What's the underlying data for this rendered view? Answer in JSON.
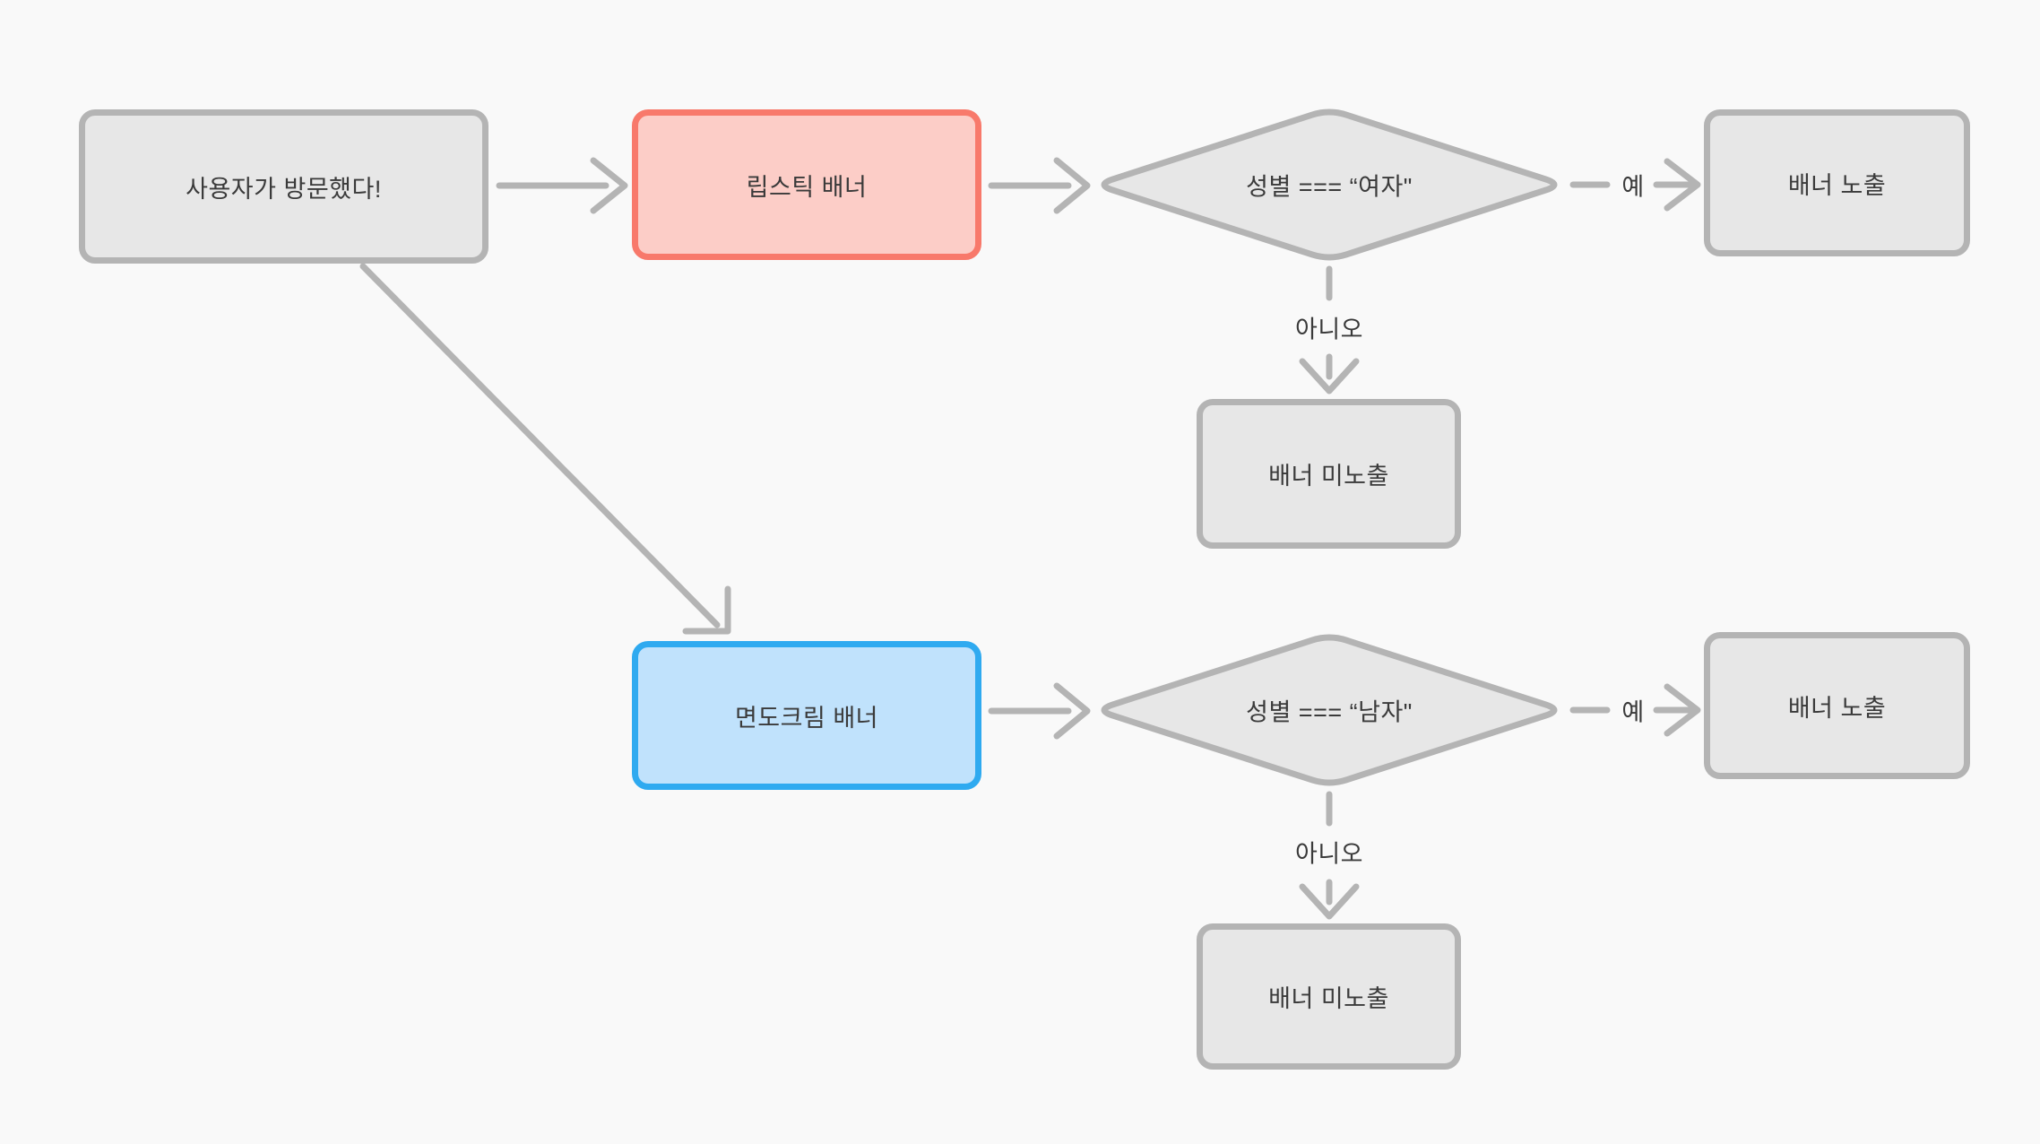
{
  "diagram": {
    "background": "#f9f9f9",
    "colors": {
      "line": "#b4b4b4",
      "text": "#3a3a3a",
      "node_fill": "#e7e7e7",
      "node_border": "#b4b4b4",
      "lipstick_fill": "#fccdc7",
      "lipstick_border": "#f8796b",
      "shaving_fill": "#c0e2fc",
      "shaving_border": "#2faaf0"
    },
    "nodes": {
      "start": {
        "label": "사용자가 방문했다!"
      },
      "lipstick_banner": {
        "label": "립스틱 배너"
      },
      "female_check": {
        "label": "성별 === “여자\""
      },
      "banner_shown_1": {
        "label": "배너 노출"
      },
      "banner_hidden_1": {
        "label": "배너 미노출"
      },
      "shaving_banner": {
        "label": "면도크림 배너"
      },
      "male_check": {
        "label": "성별 === “남자\""
      },
      "banner_shown_2": {
        "label": "배너 노출"
      },
      "banner_hidden_2": {
        "label": "배너 미노출"
      }
    },
    "edge_labels": {
      "yes_1": "예",
      "no_1": "아니오",
      "yes_2": "예",
      "no_2": "아니오"
    }
  }
}
